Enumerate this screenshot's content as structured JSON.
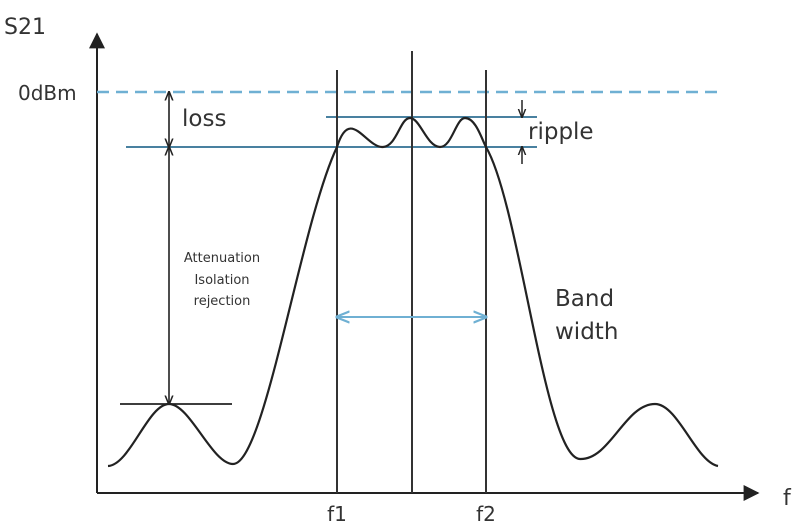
{
  "diagram": {
    "y_axis_label": "S21",
    "x_axis_label": "f",
    "reference_level_label": "0dBm",
    "loss_label": "loss",
    "ripple_label": "ripple",
    "attenuation_lines": [
      "Attenuation",
      "Isolation",
      "rejection"
    ],
    "bandwidth_lines": [
      "Band",
      "width"
    ],
    "f1_label": "f1",
    "f2_label": "f2"
  },
  "colors": {
    "curve": "#222222",
    "axes": "#222222",
    "reference_dashed": "#6fb0d3",
    "band_lines": "#2f6f93",
    "bandwidth_arrow": "#6fb0d3",
    "text": "#333333"
  }
}
